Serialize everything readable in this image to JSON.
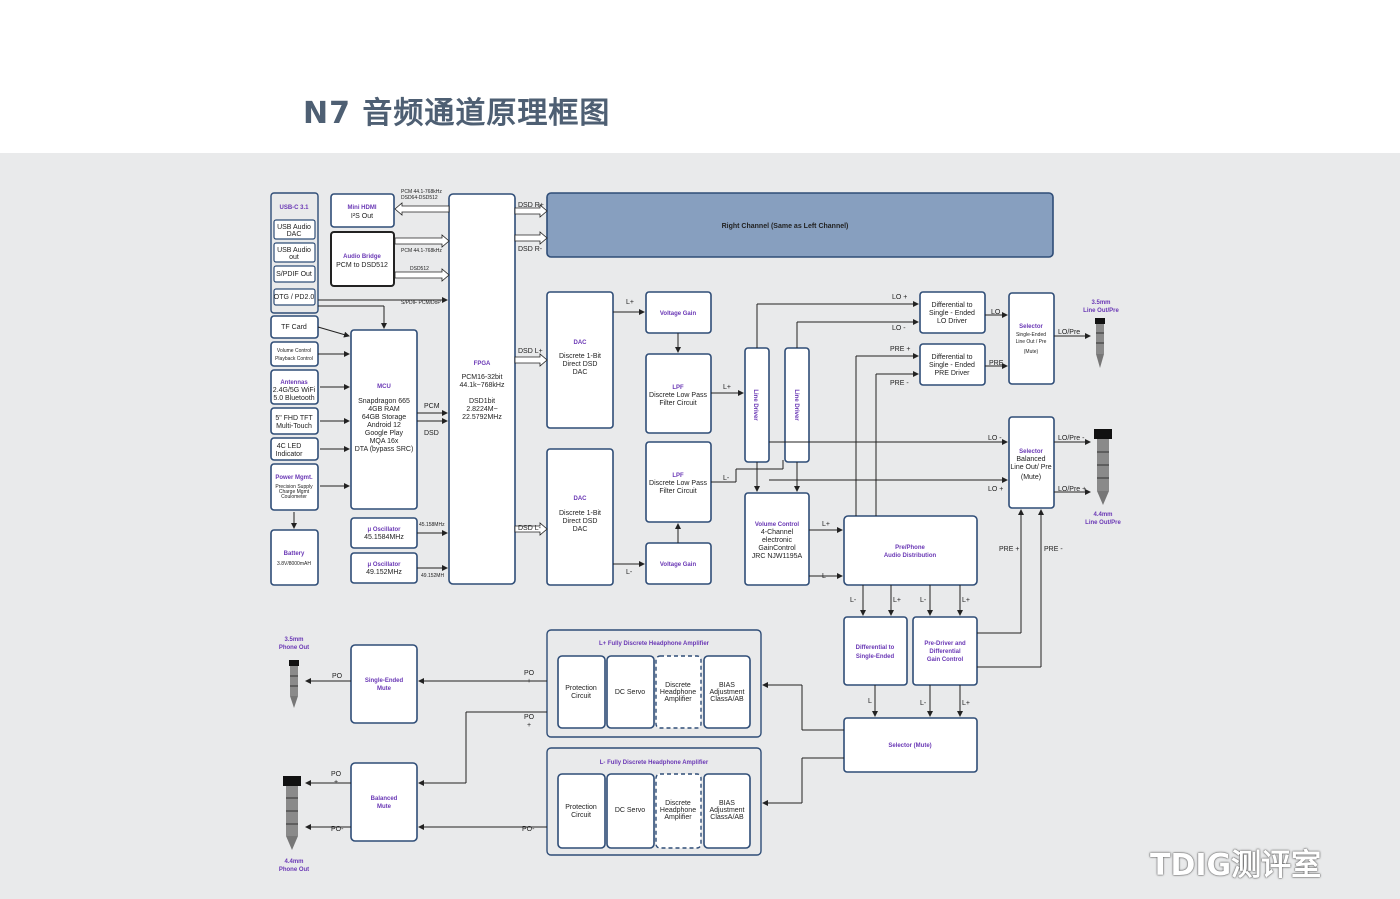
{
  "title": "N7 音频通道原理框图",
  "watermark": "TDIG测评室",
  "blocks": {
    "usb_group": "USB-C 3.1",
    "usb_audio_dac": [
      "USB Audio",
      "DAC"
    ],
    "usb_audio_out": [
      "USB Audio",
      "out"
    ],
    "spdif_out": "S/PDIF Out",
    "otg": "OTG / PD2.0",
    "tf_card": "TF Card",
    "volume_control_left": [
      "Volume Control",
      "Playback Control"
    ],
    "antennas": [
      "Antennas",
      "2.4G/5G WiFi",
      "5.0 Bluetooth"
    ],
    "fhd_tft": [
      "5\" FHD TFT",
      "Multi-Touch"
    ],
    "led": [
      "4C LED",
      "Indicator"
    ],
    "power_mgmt": [
      "Power Mgmt.",
      "Precision Supply",
      "Charge Mgmt",
      "Coulometer"
    ],
    "battery": [
      "Battery",
      "3.8V/8000mAH"
    ],
    "mini_hdmi": [
      "Mini HDMI",
      "I²S Out"
    ],
    "audio_bridge": [
      "Audio Bridge",
      "PCM to DSD512"
    ],
    "mcu": [
      "MCU",
      "Snapdragon 665",
      "4GB RAM",
      "64GB Storage",
      "Android 12",
      "Google Play",
      "MQA 16x",
      "DTA (bypass SRC)"
    ],
    "osc1": [
      "μ Oscillator",
      "45.1584MHz"
    ],
    "osc2": [
      "μ Oscillator",
      "49.152MHz"
    ],
    "fpga": [
      "FPGA",
      "PCM16-32bit",
      "44.1k~768kHz",
      "",
      "DSD1bit",
      "2.8224M~",
      "22.5792MHz"
    ],
    "right_channel": "Right Channel (Same as Left Channel)",
    "dac_top": [
      "DAC",
      "Discrete 1-Bit",
      "Direct DSD",
      "DAC"
    ],
    "dac_bottom": [
      "DAC",
      "Discrete 1-Bit",
      "Direct DSD",
      "DAC"
    ],
    "voltage_gain_top": "Voltage Gain",
    "voltage_gain_bottom": "Voltage Gain",
    "lpf_top": [
      "LPF",
      "Discrete Low Pass",
      "Filter Circuit"
    ],
    "lpf_bottom": [
      "LPF",
      "Discrete Low Pass",
      "Filter Circuit"
    ],
    "line_driver_1": "Line Driver",
    "line_driver_2": "Line Driver",
    "volume_control": [
      "Volume Control",
      "4-Channel",
      "electronic",
      "GainControl",
      "JRC NJW1195A"
    ],
    "diff_lo": [
      "Differential to",
      "Single - Ended",
      "LO Driver"
    ],
    "diff_pre": [
      "Differential to",
      "Single - Ended",
      "PRE Driver"
    ],
    "selector_se": [
      "Selector",
      "Single-Ended",
      "Line Out / Pre",
      "(Mute)"
    ],
    "selector_bal": [
      "Selector",
      "Balanced",
      "Line Out/ Pre",
      "(Mute)"
    ],
    "prephone": [
      "Pre/Phone",
      "Audio Distribution"
    ],
    "diff_se": [
      "Differential to",
      "Single-Ended"
    ],
    "predriver": [
      "Pre-Driver and",
      "Differential",
      "Gain Control"
    ],
    "selector_mute": "Selector (Mute)",
    "lplus_group": "L+ Fully Discrete Headphone Amplifier",
    "lminus_group": "L- Fully Discrete Headphone Amplifier",
    "protection": [
      "Protection",
      "Circuit"
    ],
    "dc_servo": "DC Servo",
    "discrete_amp": [
      "Discrete",
      "Headphone",
      "Amplifier"
    ],
    "bias": [
      "BIAS",
      "Adjustment",
      "ClassA/AB"
    ],
    "se_mute": [
      "Single-Ended",
      "Mute"
    ],
    "bal_mute": [
      "Balanced",
      "Mute"
    ],
    "out_35_line": [
      "3.5mm",
      "Line Out/Pre"
    ],
    "out_44_line": [
      "4.4mm",
      "Line Out/Pre"
    ],
    "out_35_phone": [
      "3.5mm",
      "Phone Out"
    ],
    "out_44_phone": [
      "4.4mm",
      "Phone Out"
    ]
  },
  "labels": {
    "pcm_768": "PCM 44.1-768kHz",
    "dsd64_512": "DSD64-DSD512",
    "pcm_768b": "PCM 44.1-768kHz",
    "dsd512": "DSD512",
    "spdif_pcm_dop": "S/PDIF PCM/DoP",
    "pcm": "PCM",
    "dsd": "DSD",
    "mhz45": "45.158MHz",
    "mhz49": "49.152MH",
    "dsd_rp": "DSD R+",
    "dsd_rm": "DSD R-",
    "dsd_lp": "DSD L+",
    "dsd_lm": "DSD L-",
    "lplus": "L+",
    "lminus": "L-",
    "lo_plus": "LO +",
    "lo_minus": "LO -",
    "lo": "LO",
    "pre_plus": "PRE +",
    "pre_minus": "PRE -",
    "pre": "PRE",
    "lo_pre": "LO/Pre",
    "lo_minus2": "LO -",
    "lo_plus2": "LO +",
    "lo_pre_minus": "LO/Pre -",
    "lo_pre_plus": "LO/Pre +",
    "pre_plus2": "PRE +",
    "pre_minus2": "PRE -",
    "l": "L",
    "po": "PO",
    "po_plus": "PO",
    "po_minus": "PO-",
    "plus": "+",
    "minus": "-"
  }
}
